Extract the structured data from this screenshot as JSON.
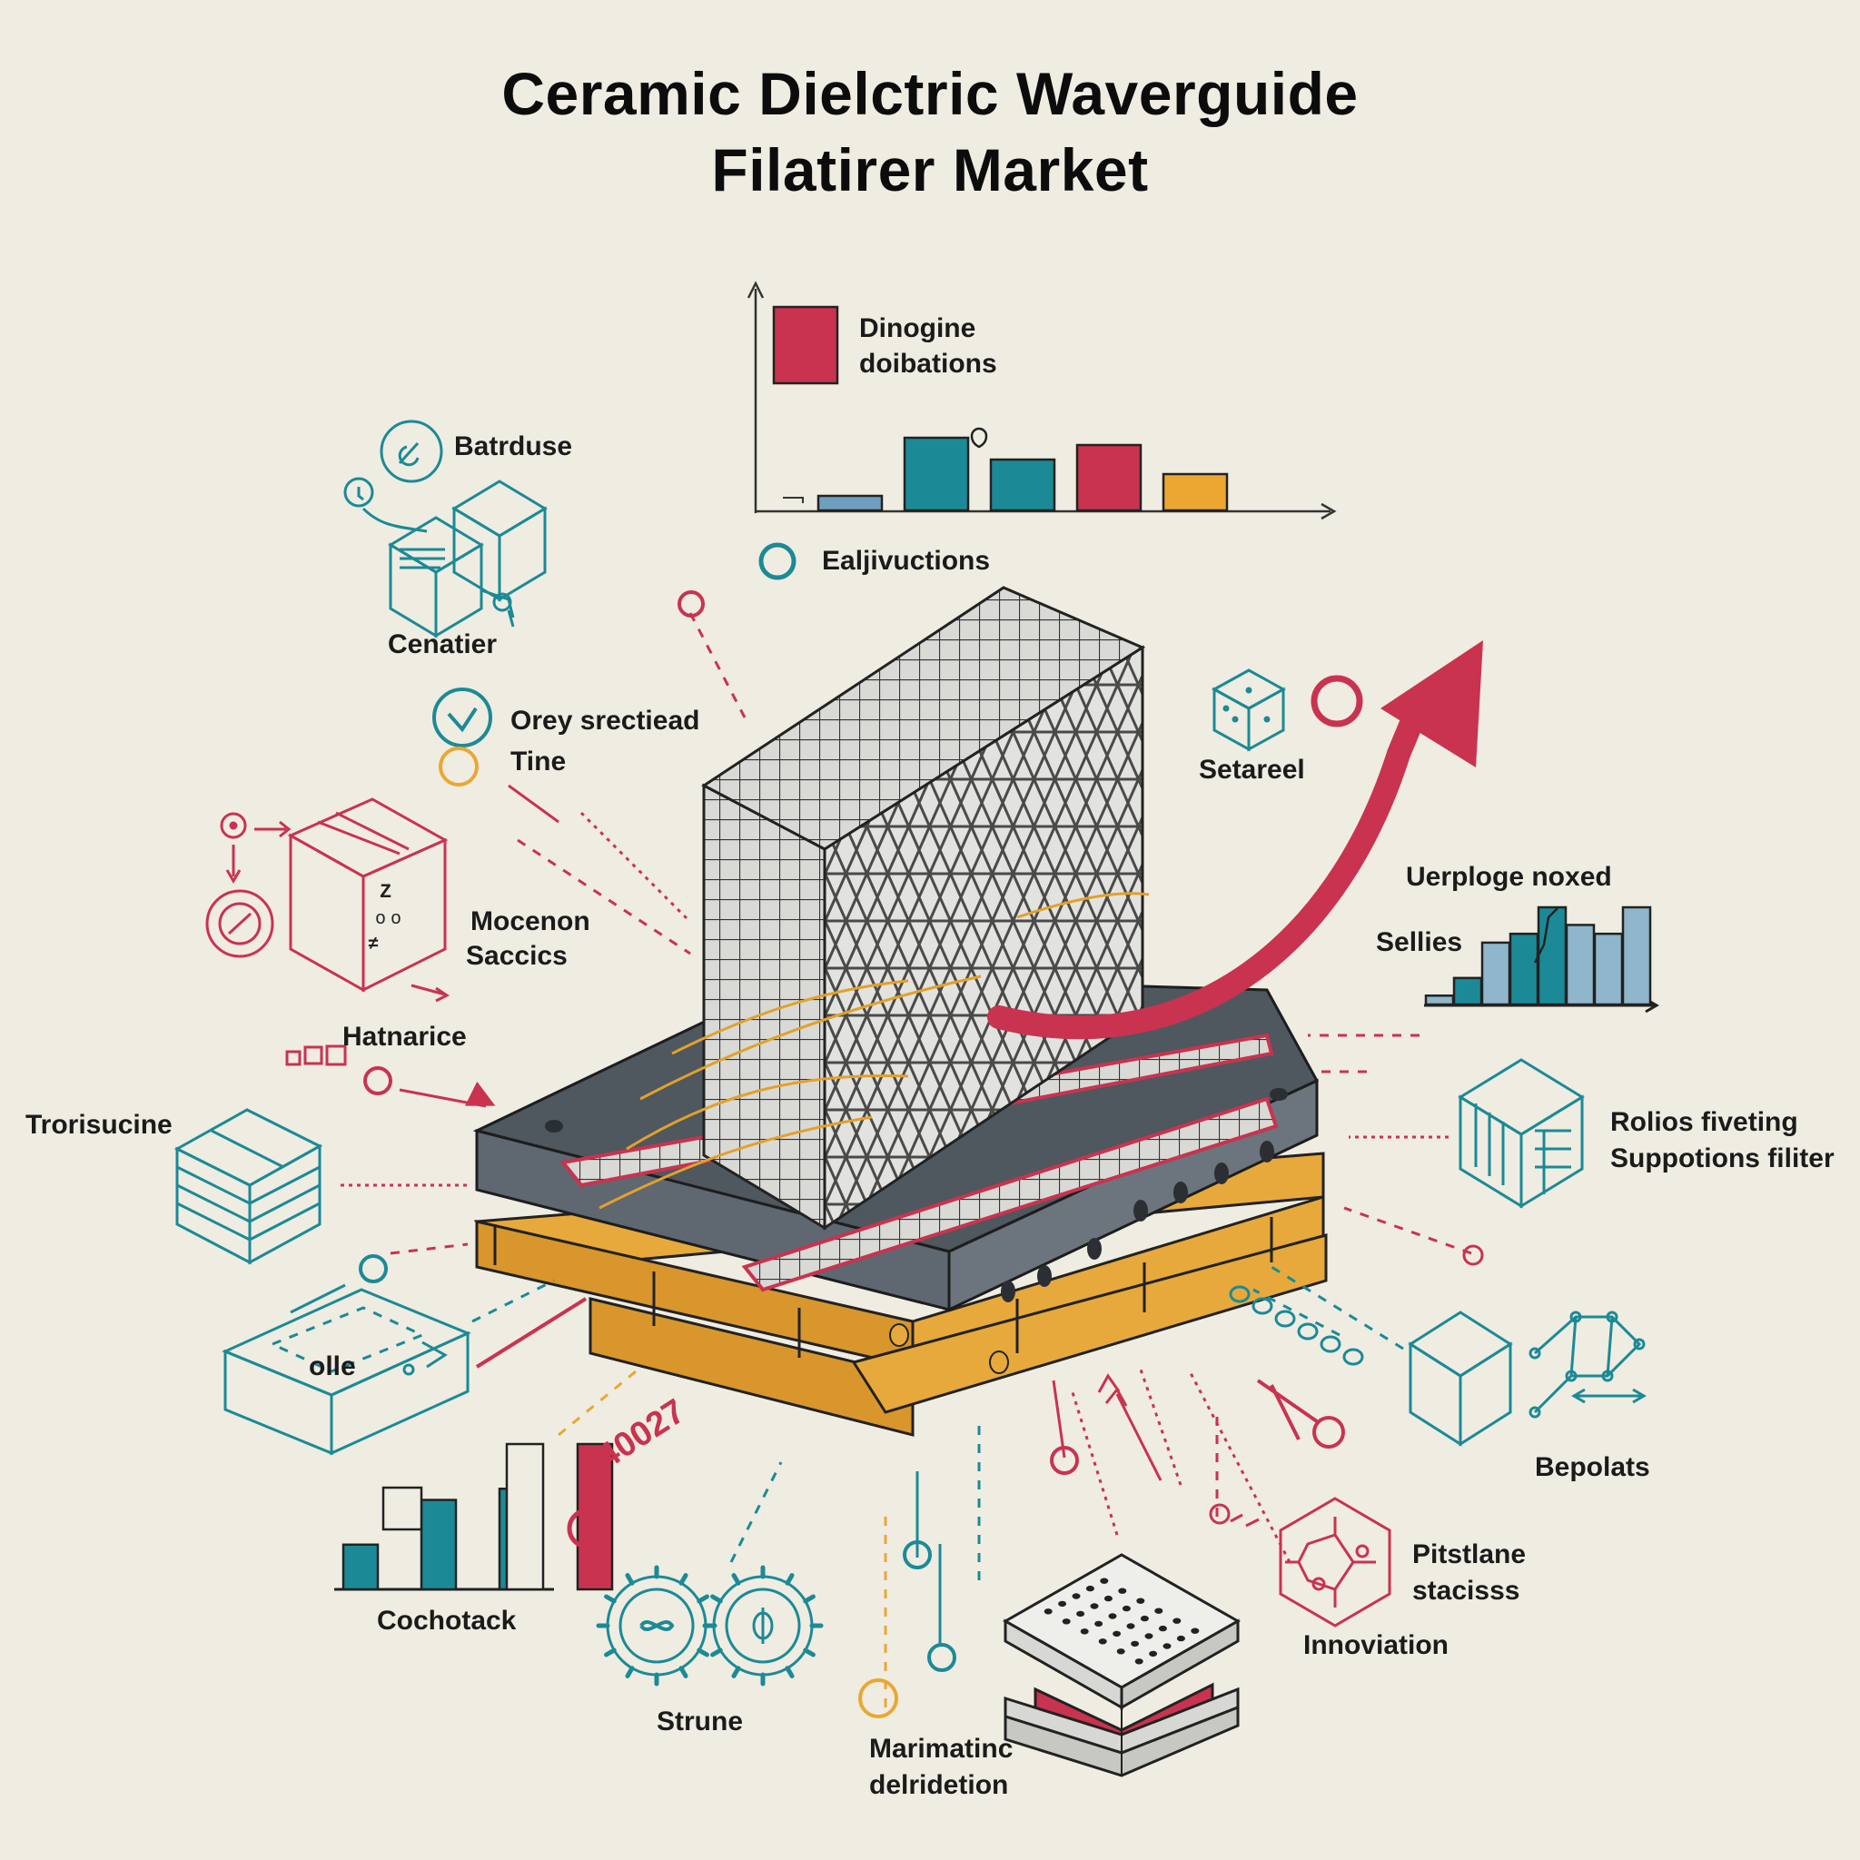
{
  "title": {
    "line1": "Ceramic Dielctric Waverguide",
    "line2": "Filatirer Market"
  },
  "labels": {
    "legend_top": [
      "Dinogine",
      "doibations"
    ],
    "batrduse": "Batrduse",
    "ealjivuctions": "Ealjivuctions",
    "cenatier": "Cenatier",
    "orey": [
      "Orey srectiead",
      "Tine"
    ],
    "setareel": "Setareel",
    "mocenon": [
      "Mocenon",
      "Saccics"
    ],
    "uerploge": "Uerploge noxed",
    "sellies": "Sellies",
    "hatnarice": "Hatnarice",
    "trorisucine": "Trorisucine",
    "rolios": [
      "Rolios fiveting",
      "Suppotions filiter"
    ],
    "olle": "olle",
    "bepolats": "Bepolats",
    "number": "40027",
    "pitstlane": [
      "Pitstlane",
      "stacisss"
    ],
    "cochotack": "Cochotack",
    "innovation": "Innoviation",
    "strune": "Strune",
    "marimatinc": [
      "Marimatinc",
      "delridetion"
    ]
  },
  "colors": {
    "background": "#efece2",
    "teal": "#1b8a96",
    "crimson": "#c9334f",
    "amber": "#eba732",
    "slate": "#5f6771",
    "ink": "#111111"
  },
  "chart_data": [
    {
      "type": "bar",
      "values": [
        2,
        10,
        7,
        9,
        5
      ],
      "colors": [
        "#6f9fbf",
        "#1b8a96",
        "#1b8a96",
        "#c9334f",
        "#eba732"
      ],
      "legend": [
        "Dinogine doibations"
      ]
    },
    {
      "type": "bar",
      "values": [
        1,
        3,
        7,
        8,
        11,
        9,
        8,
        11
      ],
      "colors": [
        "#8fb6cb",
        "#1b8a96",
        "#8fb6cb",
        "#1b8a96",
        "#1b8a96",
        "#8fb6cb",
        "#8fb6cb",
        "#8fb6cb"
      ]
    },
    {
      "type": "bar",
      "values": [
        4,
        8,
        9,
        13
      ],
      "colors": [
        "#1b8a96",
        "#1b8a96",
        "#1b8a96",
        "#c9334f"
      ]
    }
  ]
}
